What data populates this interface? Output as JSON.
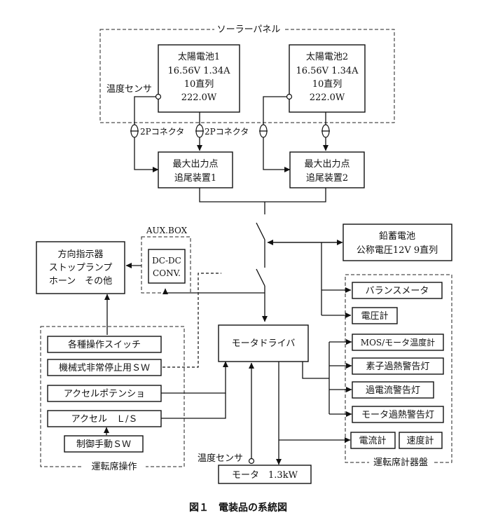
{
  "solar_group_label": "ソーラーパネル",
  "panel1": {
    "title": "太陽電池1",
    "spec": "16.56V 1.34A",
    "series": "10直列",
    "power": "222.0W"
  },
  "panel2": {
    "title": "太陽電池2",
    "spec": "16.56V 1.34A",
    "series": "10直列",
    "power": "222.0W"
  },
  "temp_sensor_solar": "温度センサ",
  "connector1": "2Pコネクタ",
  "connector2": "2Pコネクタ",
  "mppt1": {
    "line1": "最大出力点",
    "line2": "追尾装置1"
  },
  "mppt2": {
    "line1": "最大出力点",
    "line2": "追尾装置2"
  },
  "battery": {
    "line1": "鉛蓄電池",
    "line2": "公称電圧12V 9直列"
  },
  "aux_box": {
    "label": "AUX.BOX",
    "line1": "DC-DC",
    "line2": "CONV."
  },
  "accessories": {
    "line1": "方向指示器",
    "line2": "ストップランプ",
    "line3": "ホーン　その他"
  },
  "driver_ops": {
    "group_label": "運転席操作",
    "switches": "各種操作スイッチ",
    "emergency_sw": "機械式非常停止用ＳＷ",
    "accel_pot": "アクセルポテンショ",
    "accel_ls": "アクセル　Ｌ/Ｓ",
    "manual_sw": "制御手動ＳＷ"
  },
  "motor_driver": "モータドライバ",
  "motor": "モータ　1.3kW",
  "temp_sensor_motor": "温度センサ",
  "instruments": {
    "group_label": "運転席計器盤",
    "balance_meter": "バランスメータ",
    "voltmeter": "電圧計",
    "temp_meter": "MOS/モータ温度計",
    "element_warn": "素子過熱警告灯",
    "overcurrent_warn": "過電流警告灯",
    "motor_warn": "モータ過熱警告灯",
    "ammeter": "電流計",
    "speedometer": "速度計"
  },
  "caption": "図１　電装品の系統図"
}
